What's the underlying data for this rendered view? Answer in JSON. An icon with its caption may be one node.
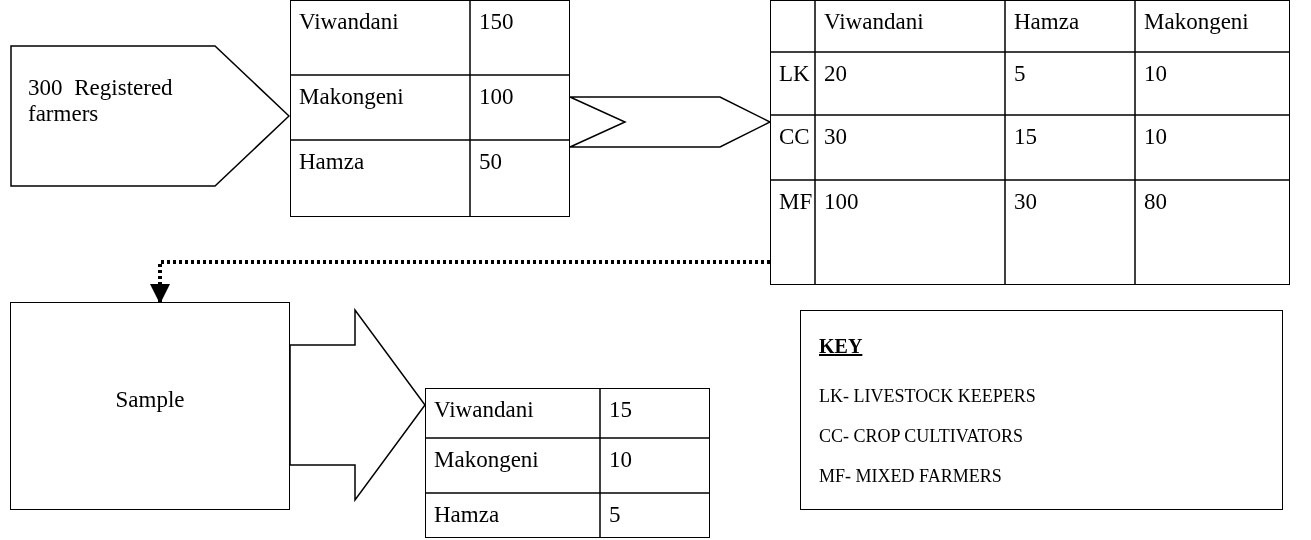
{
  "diagram": {
    "nodes": [
      {
        "text": [
          "300 Registered farmers"
        ]
      },
      {
        "text": [
          "Viwandani",
          "150",
          "Makongeni",
          "100",
          "Hamza",
          "50"
        ]
      },
      {
        "text": [
          "Viwandani",
          "Hamza",
          "Makongeni",
          "LK",
          "20",
          "5",
          "10",
          "CC",
          "30",
          "15",
          "10",
          "MF",
          "100",
          "30",
          "80"
        ]
      },
      {
        "text": [
          "Sample"
        ]
      },
      {
        "text": [
          "Viwandani",
          "15",
          "Makongeni",
          "10",
          "Hamza",
          "5"
        ]
      },
      {
        "text": [
          "KEY",
          "LK- LIVESTOCK KEEPERS",
          "CC- CROP CULTIVATORS",
          "MF- MIXED FARMERS"
        ]
      }
    ],
    "edges": [
      {
        "from": 1,
        "to": 2,
        "arrow": "to"
      },
      {
        "from": 2,
        "to": 3,
        "arrow": "to",
        "style": "dashed"
      },
      {
        "from": 3,
        "to": 4,
        "arrow": "to"
      }
    ]
  }
}
